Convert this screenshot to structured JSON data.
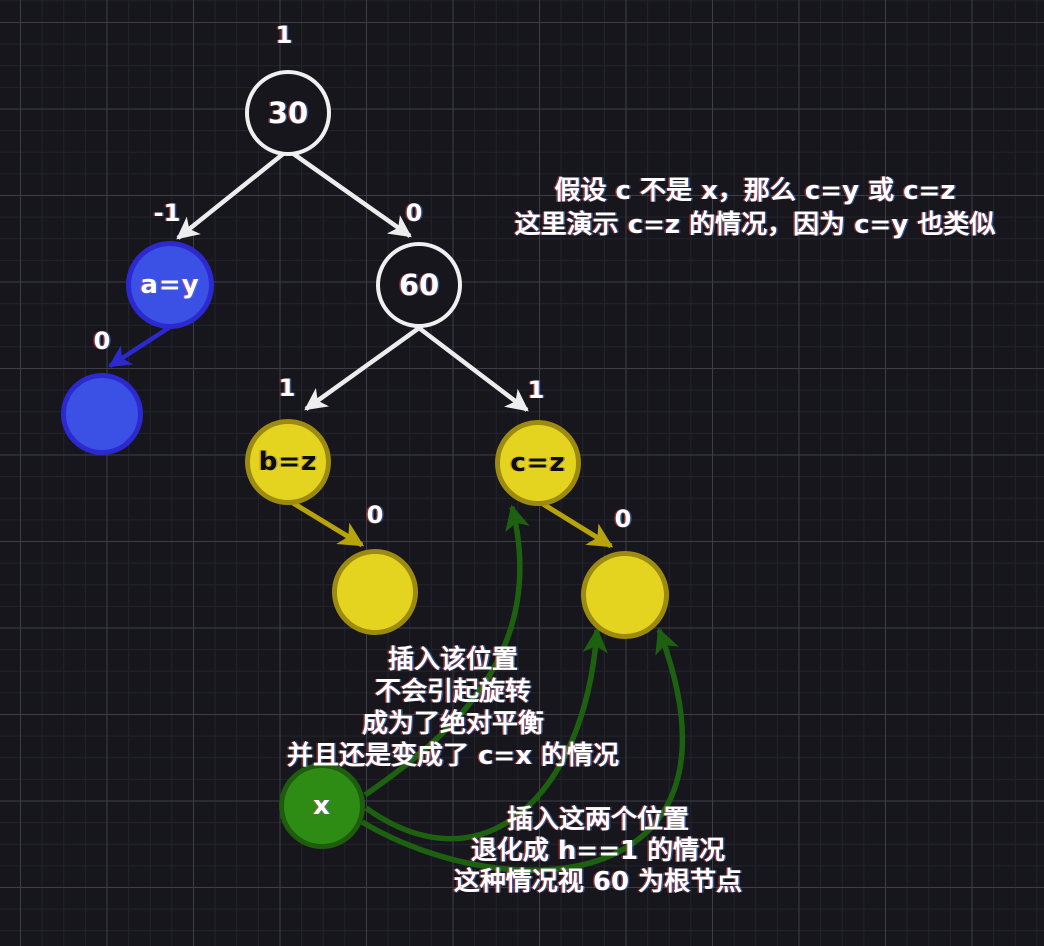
{
  "diagram_title": "AVL tree insertion case illustration",
  "palette": {
    "background": "#16161c",
    "grid_minor": "#23232b",
    "grid_major": "#3e3e48",
    "white_stroke": "#ededed",
    "blue_fill": "#3b50e5",
    "blue_border": "#2b29cf",
    "yellow_fill": "#e4d41f",
    "yellow_border": "#9c8b10",
    "yellow_arrow": "#b7a40c",
    "green_fill": "#2e8c14",
    "green_border": "#1e5c0e",
    "green_arrow": "#1d6110",
    "label_text": "#ffffff",
    "dark_node_text": "#0d0d0d"
  },
  "nodes": [
    {
      "id": "root-30",
      "label": "30",
      "balance": "1"
    },
    {
      "id": "a-y",
      "label": "a=y",
      "balance": "-1"
    },
    {
      "id": "node-60",
      "label": "60",
      "balance": "0"
    },
    {
      "id": "blue-leaf",
      "label": "",
      "balance": "0"
    },
    {
      "id": "b-z",
      "label": "b=z",
      "balance": "1"
    },
    {
      "id": "c-z",
      "label": "c=z",
      "balance": "1"
    },
    {
      "id": "b-leaf",
      "label": "",
      "balance": "0"
    },
    {
      "id": "c-leaf",
      "label": "",
      "balance": "0"
    },
    {
      "id": "x-insert",
      "label": "x",
      "balance": ""
    }
  ],
  "annotations": {
    "top_right": {
      "line1": "假设 c 不是 x，那么 c=y 或 c=z",
      "line2": "这里演示 c=z 的情况，因为 c=y 也类似"
    },
    "middle": {
      "line1": "插入该位置",
      "line2": "不会引起旋转",
      "line3": "成为了绝对平衡",
      "line4": "并且还是变成了 c=x 的情况"
    },
    "bottom": {
      "line1": "插入这两个位置",
      "line2": "退化成 h==1 的情况",
      "line3": "这种情况视 60 为根节点"
    }
  }
}
